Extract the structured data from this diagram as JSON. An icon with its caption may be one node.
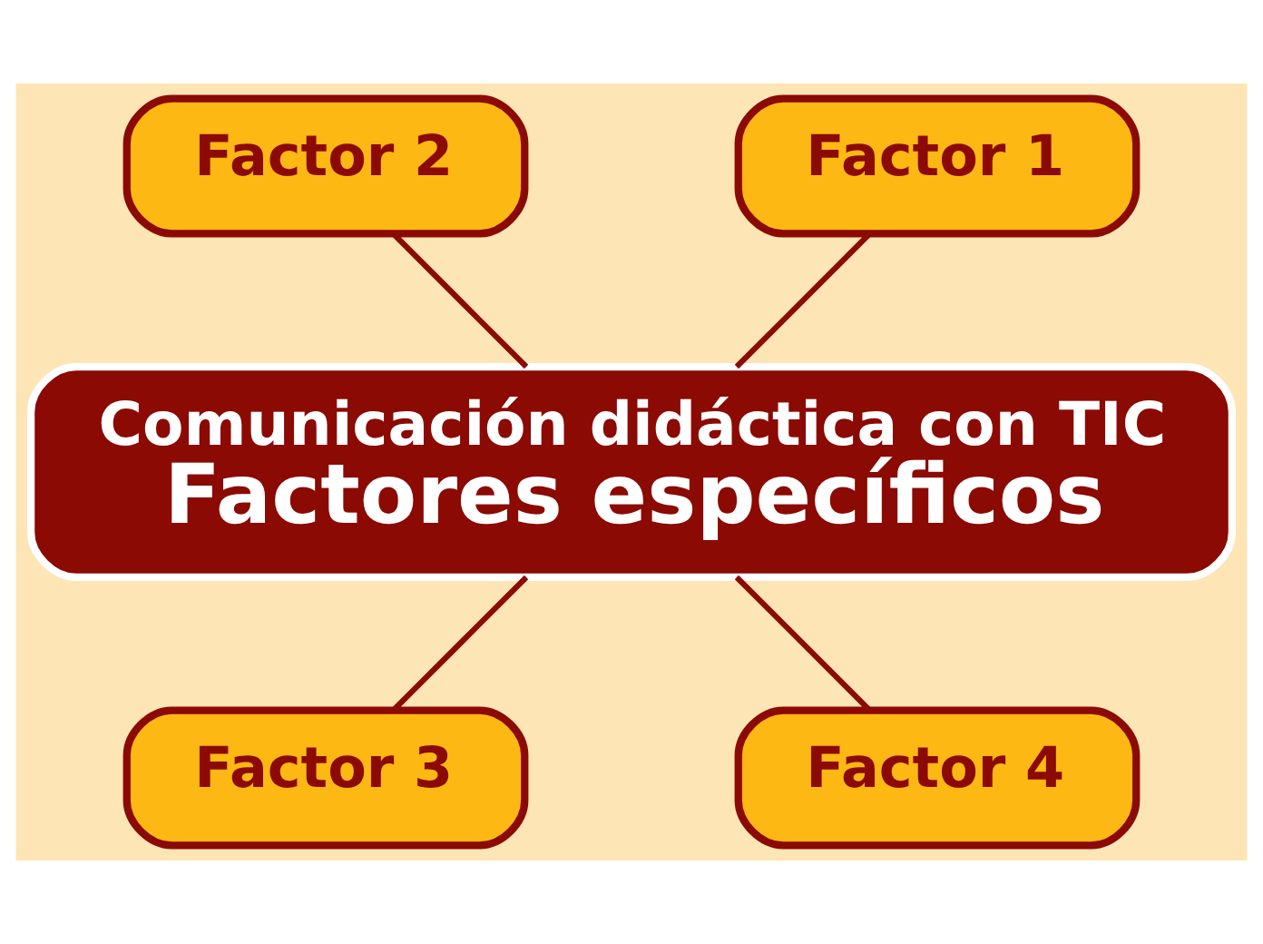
{
  "diagram": {
    "nodes": [
      {
        "text": [
          "Comunicación didáctica con TIC",
          "Factores específicos"
        ]
      },
      {
        "text": [
          "Factor 1"
        ]
      },
      {
        "text": [
          "Factor 2"
        ]
      },
      {
        "text": [
          "Factor 3"
        ]
      },
      {
        "text": [
          "Factor 4"
        ]
      }
    ],
    "edges": [
      {
        "from": 0,
        "to": 1,
        "arrow": "none"
      },
      {
        "from": 0,
        "to": 2,
        "arrow": "none"
      },
      {
        "from": 0,
        "to": 3,
        "arrow": "none"
      },
      {
        "from": 0,
        "to": 4,
        "arrow": "none"
      }
    ]
  }
}
